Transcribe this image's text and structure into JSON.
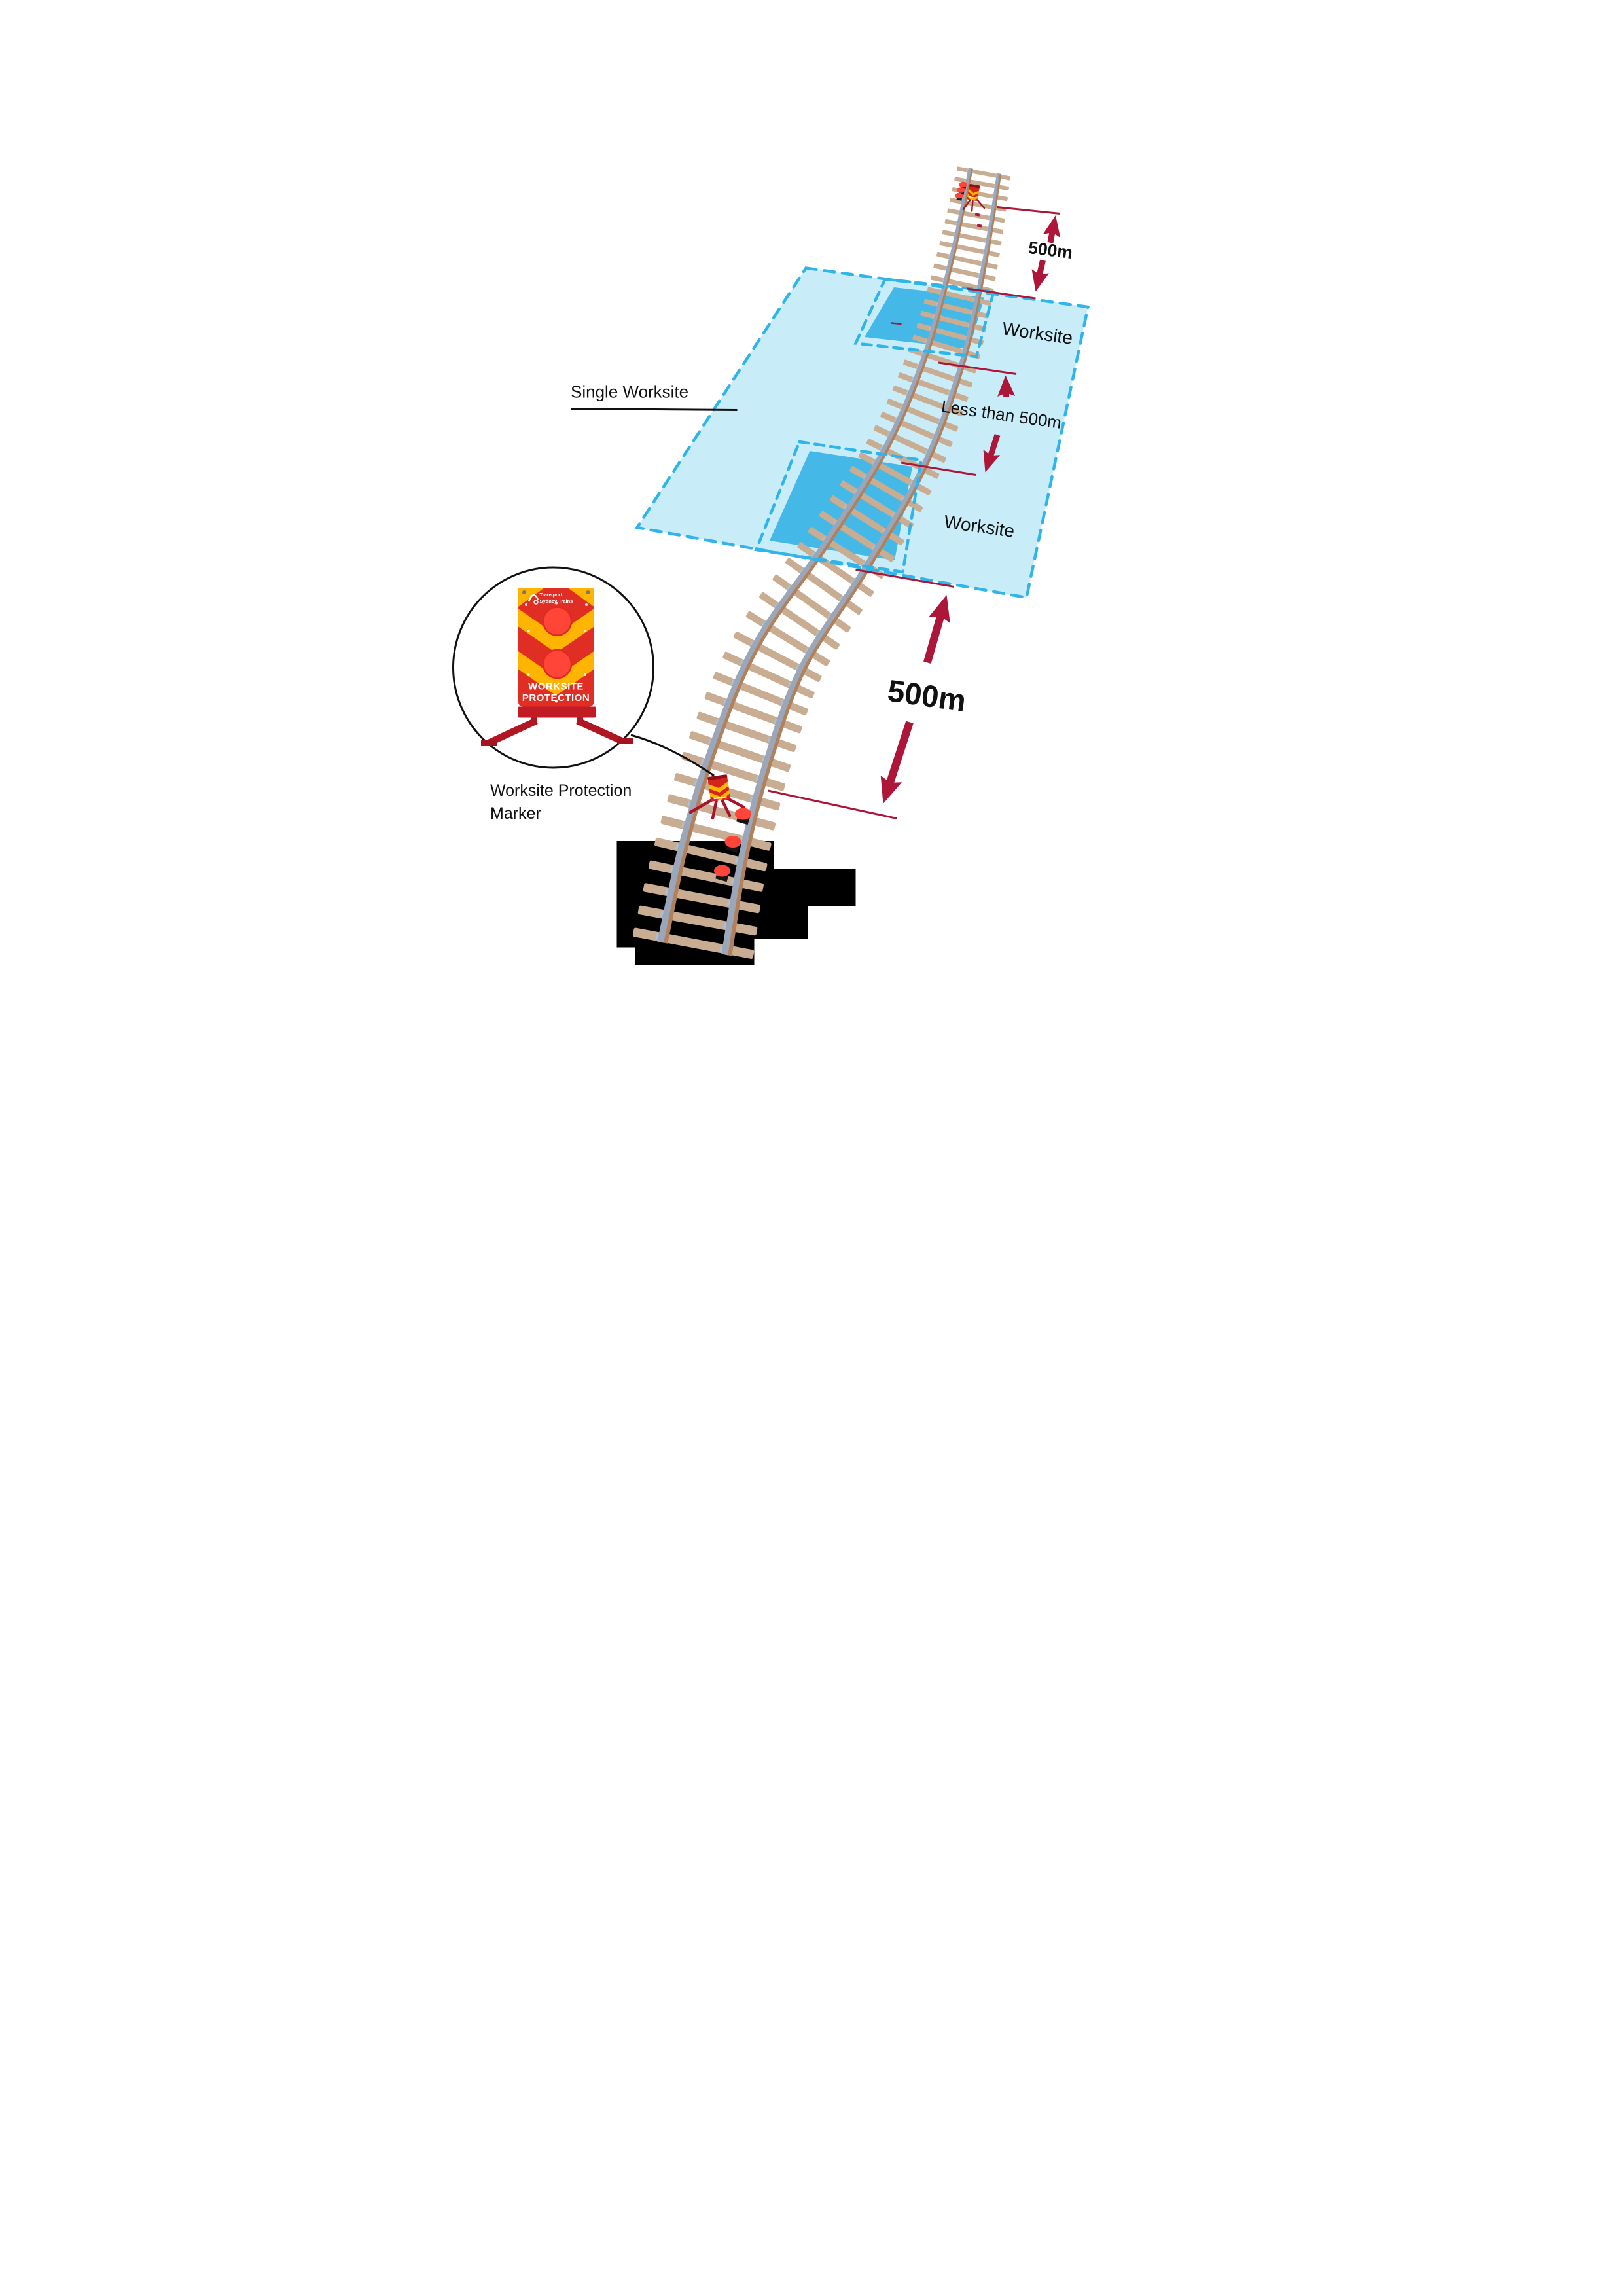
{
  "diagram": {
    "labels": {
      "single_worksite": "Single Worksite",
      "worksite_upper": "Worksite",
      "worksite_lower": "Worksite",
      "less_than_500m": "Less than 500m",
      "distance_top": "500m",
      "distance_bottom": "500m",
      "marker_caption_line1": "Worksite Protection",
      "marker_caption_line2": "Marker"
    },
    "inset_sign": {
      "brand_line1": "Transport",
      "brand_line2": "Sydney Trains",
      "panel_line1": "WORKSITE",
      "panel_line2": "PROTECTION"
    },
    "colors": {
      "zone_fill": "#c8edf9",
      "zone_border": "#2fb5e9",
      "worksite_fill": "#44b8e7",
      "dimension_red": "#ad1638",
      "marker_red": "#d6231c",
      "marker_yellow": "#ffb400",
      "sleeper_tan": "#c9ad92",
      "rail_gray": "#9ba7b8",
      "rail_rust": "#b0815c"
    }
  }
}
